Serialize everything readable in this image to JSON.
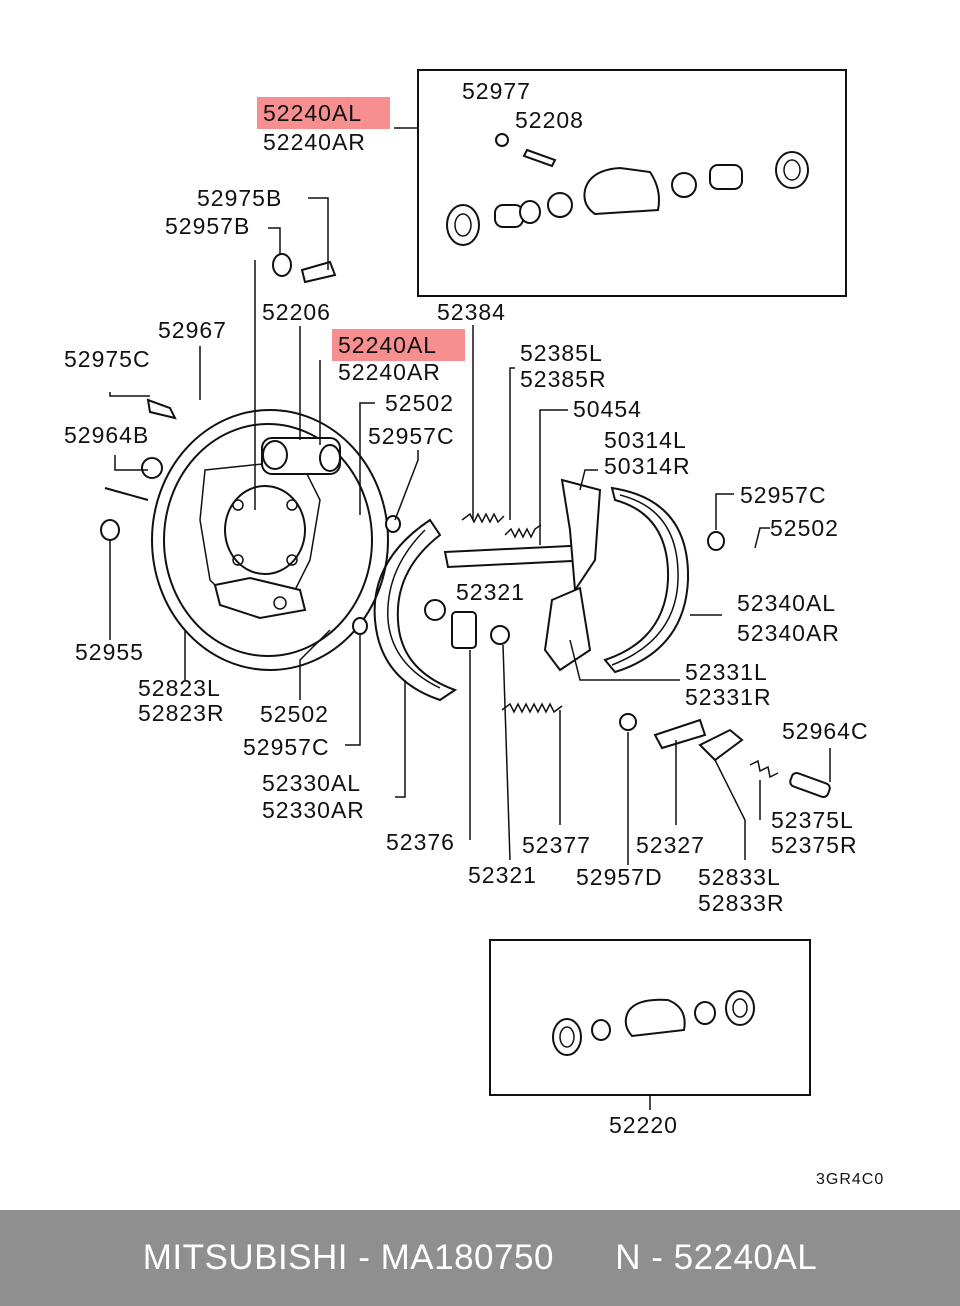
{
  "labels": {
    "l52977": "52977",
    "l52208": "52208",
    "l52240AL_top": "52240AL",
    "l52240AR_top": "52240AR",
    "l52975B": "52975B",
    "l52957B": "52957B",
    "l52206": "52206",
    "l52967": "52967",
    "l52975C": "52975C",
    "l52240AL_mid": "52240AL",
    "l52240AR_mid": "52240AR",
    "l52384": "52384",
    "l52385L": "52385L",
    "l52385R": "52385R",
    "l52502_a": "52502",
    "l50454": "50454",
    "l52964B": "52964B",
    "l52957C_a": "52957C",
    "l50314L": "50314L",
    "l50314R": "50314R",
    "l52957C_b": "52957C",
    "l52502_b": "52502",
    "l52321_a": "52321",
    "l52340AL": "52340AL",
    "l52340AR": "52340AR",
    "l52955": "52955",
    "l52823L": "52823L",
    "l52823R": "52823R",
    "l52502_c": "52502",
    "l52331L": "52331L",
    "l52331R": "52331R",
    "l52957C_c": "52957C",
    "l52964C": "52964C",
    "l52330AL": "52330AL",
    "l52330AR": "52330AR",
    "l52375L": "52375L",
    "l52375R": "52375R",
    "l52376": "52376",
    "l52377": "52377",
    "l52327": "52327",
    "l52321_b": "52321",
    "l52957D": "52957D",
    "l52833L": "52833L",
    "l52833R": "52833R",
    "l52220": "52220",
    "code": "3GR4C0"
  },
  "highlight_color": "#f47c7c",
  "footer": {
    "text": "MITSUBISHI - MA180750      N - 52240AL",
    "background": "#8f8f8f"
  }
}
